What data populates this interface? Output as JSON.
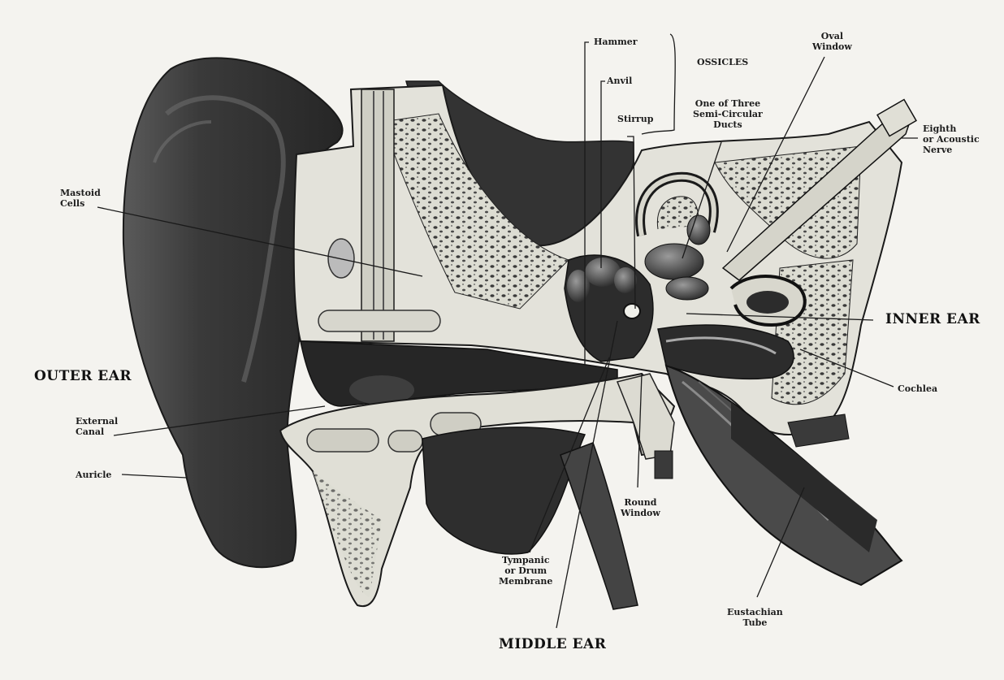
{
  "regions": {
    "outer_ear": "OUTER EAR",
    "middle_ear": "MIDDLE EAR",
    "inner_ear": "INNER EAR"
  },
  "labels": {
    "hammer": "Hammer",
    "anvil": "Anvil",
    "stirrup": "Stirrup",
    "ossicles": "OSSICLES",
    "oval_window": "Oval\nWindow",
    "semi_circular": "One of Three\nSemi-Circular\nDucts",
    "eighth_nerve": "Eighth\nor Acoustic\nNerve",
    "mastoid_cells": "Mastoid\nCells",
    "cochlea": "Cochlea",
    "external_canal": "External\nCanal",
    "auricle": "Auricle",
    "round_window": "Round\nWindow",
    "tympanic": "Tympanic\nor Drum\nMembrane",
    "eustachian_tube": "Eustachian\nTube"
  },
  "colors": {
    "paper": "#f4f3ef",
    "ink": "#1c1c1c",
    "flesh_dark": "#2e2e2e",
    "bone": "#dcdcd4"
  }
}
